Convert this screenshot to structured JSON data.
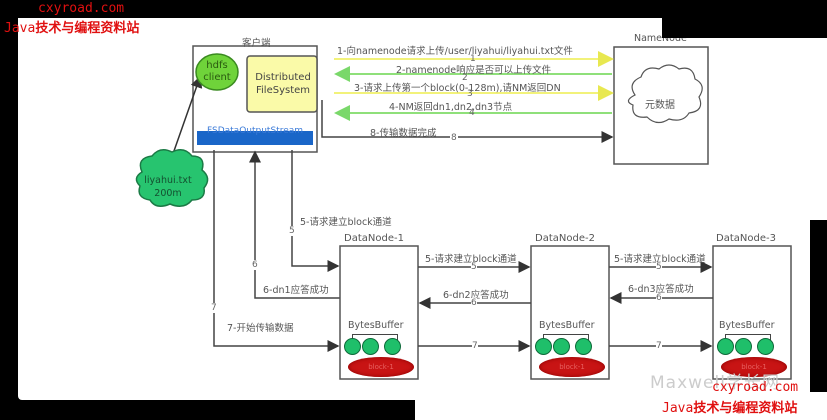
{
  "watermark": {
    "site": "cxyroad.com",
    "prefix": "Java",
    "tagline": "技术与编程资料站",
    "faded_brand": "Maxwell学长网"
  },
  "client": {
    "title": "客户端",
    "hdfs_client": "hdfs client",
    "dfs": "Distributed FileSystem",
    "output_stream": "FSDataOutputStream"
  },
  "file_cloud": {
    "name": "liyahui.txt",
    "size": "200m"
  },
  "namenode": {
    "title": "NameNode",
    "metadata": "元数据"
  },
  "datanodes": [
    {
      "title": "DataNode-1",
      "buffer": "BytesBuffer",
      "block": "block-1"
    },
    {
      "title": "DataNode-2",
      "buffer": "BytesBuffer",
      "block": "block-1"
    },
    {
      "title": "DataNode-3",
      "buffer": "BytesBuffer",
      "block": "block-1"
    }
  ],
  "steps": {
    "s1": {
      "label": "1-向namenode请求上传/user/liyahui/liyahui.txt文件",
      "num": "1"
    },
    "s2": {
      "label": "2-namenode响应是否可以上传文件",
      "num": "2"
    },
    "s3": {
      "label": "3-请求上传第一个block(0-128m),请NM返回DN",
      "num": "3"
    },
    "s4": {
      "label": "4-NM返回dn1,dn2,dn3节点",
      "num": "4"
    },
    "s8": {
      "label": "8-传输数据完成",
      "num": "8"
    },
    "s5_client": {
      "label": "5-请求建立block通道",
      "num": "5"
    },
    "s5_dn12": {
      "label": "5-请求建立block通道",
      "num": "5"
    },
    "s5_dn23": {
      "label": "5-请求建立block通道",
      "num": "5"
    },
    "s6_dn1": {
      "label": "6-dn1应答成功",
      "num": "6"
    },
    "s6_dn2": {
      "label": "6-dn2应答成功",
      "num": "6"
    },
    "s6_dn3": {
      "label": "6-dn3应答成功",
      "num": "6"
    },
    "s7_client": {
      "label": "7-开始传输数据",
      "num": "7"
    },
    "s7_dn12": {
      "num": "7"
    },
    "s7_dn23": {
      "num": "7"
    }
  },
  "colors": {
    "request_arrow": "#f2f27a",
    "response_arrow": "#8fe07a",
    "line": "#444444",
    "packet": "#1fbf6a",
    "block": "#c81414",
    "stream_bar": "#1a66c8",
    "client_oval": "#6fd33a",
    "dfs_box": "#fafaa8",
    "file_cloud": "#27c46f",
    "watermark": "#e01010"
  }
}
